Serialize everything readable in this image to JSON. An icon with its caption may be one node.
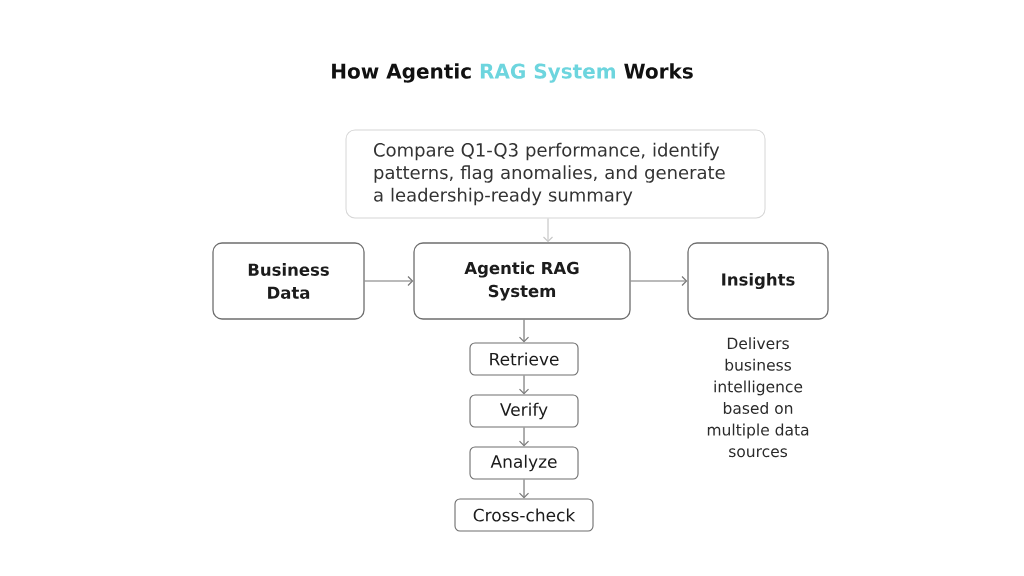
{
  "diagram": {
    "title": "How Agentic RAG System Works",
    "nodes": [
      {
        "text": [
          "Compare Q1-Q3 performance, identify patterns, flag anomalies, and generate a leadership-ready summary"
        ]
      },
      {
        "text": [
          "Business Data"
        ]
      },
      {
        "text": [
          "Agentic RAG System"
        ]
      },
      {
        "text": [
          "Insights"
        ],
        "beside": [
          "Delivers business intelligence based on multiple data sources"
        ]
      },
      {
        "text": [
          "Retrieve"
        ]
      },
      {
        "text": [
          "Verify"
        ]
      },
      {
        "text": [
          "Analyze"
        ]
      },
      {
        "text": [
          "Cross-check"
        ]
      }
    ],
    "edges": [
      {
        "from": 0,
        "to": 2,
        "arrow": "to",
        "color": "#c8c8c8"
      },
      {
        "from": 1,
        "to": 2,
        "arrow": "to"
      },
      {
        "from": 2,
        "to": 3,
        "arrow": "to"
      },
      {
        "from": 2,
        "to": 4,
        "arrow": "to"
      },
      {
        "from": 4,
        "to": 5,
        "arrow": "to"
      },
      {
        "from": 5,
        "to": 6,
        "arrow": "to"
      },
      {
        "from": 6,
        "to": 7,
        "arrow": "to"
      }
    ]
  }
}
